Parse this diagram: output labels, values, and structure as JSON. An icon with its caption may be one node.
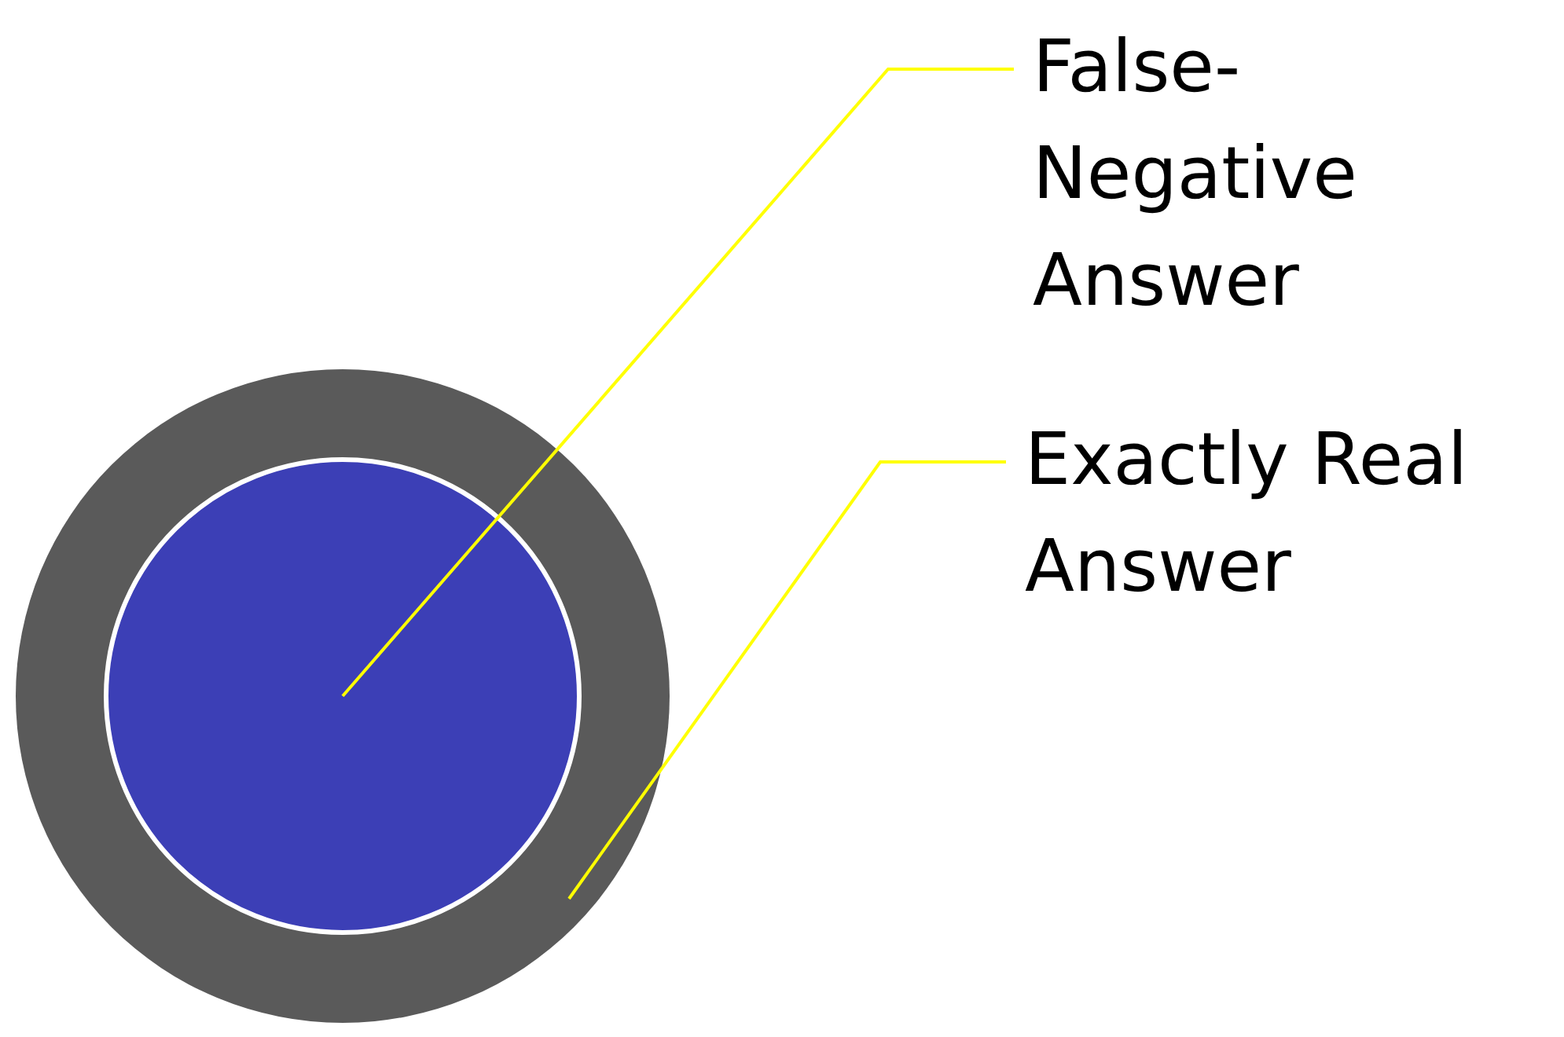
{
  "diagram": {
    "nodes": [
      {
        "text": [],
        "shape": "circle"
      },
      {
        "text": [],
        "shape": "circle",
        "in": 0
      },
      {
        "text": [
          "False-Negative Answer"
        ]
      },
      {
        "text": [
          "Exactly Real Answer"
        ]
      }
    ],
    "edges": [
      {
        "from": 2,
        "to": 1,
        "arrow": "none"
      },
      {
        "from": 3,
        "to": 0,
        "arrow": "none"
      }
    ]
  }
}
